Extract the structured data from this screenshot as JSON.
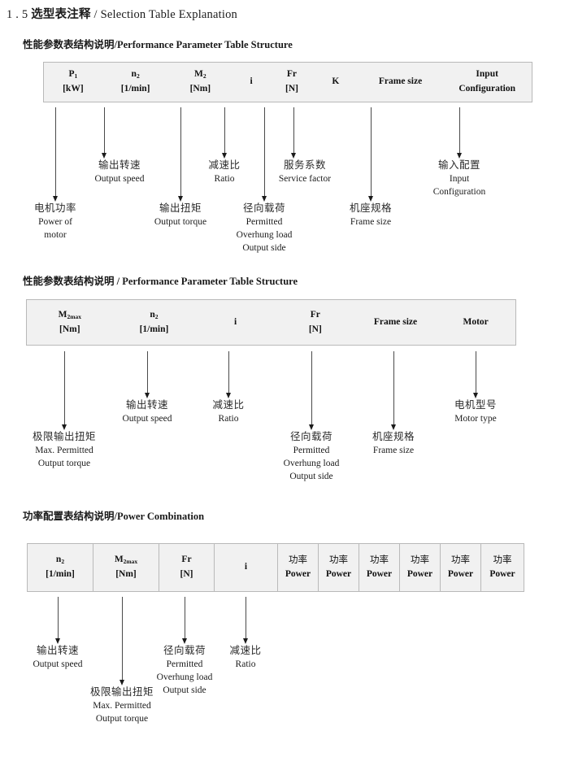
{
  "page": {
    "title_number": "1 . 5",
    "title_cn": "选型表注释",
    "title_sep": "/",
    "title_en": "Selection Table Explanation"
  },
  "sections": [
    {
      "heading_cn": "性能参数表结构说明",
      "heading_sep": "/",
      "heading_en": "Performance Parameter Table Structure",
      "table": {
        "columns": [
          {
            "sym": "P",
            "sub": "1",
            "unit": "[kW]"
          },
          {
            "sym": "n",
            "sub": "2",
            "unit": "[1/min]"
          },
          {
            "sym": "M",
            "sub": "2",
            "unit": "[Nm]"
          },
          {
            "sym": "i",
            "sub": "",
            "unit": ""
          },
          {
            "sym": "Fr",
            "sub": "",
            "unit": "[N]"
          },
          {
            "sym": "K",
            "sub": "",
            "unit": ""
          },
          {
            "sym": "Frame size",
            "sub": "",
            "unit": ""
          },
          {
            "sym": "Input",
            "sub": "",
            "unit": "Configuration"
          }
        ]
      },
      "notes": [
        {
          "cn": "电机功率",
          "en": [
            "Power of",
            "motor"
          ]
        },
        {
          "cn": "输出转速",
          "en": [
            "Output speed"
          ]
        },
        {
          "cn": "输出扭矩",
          "en": [
            "Output torque"
          ]
        },
        {
          "cn": "减速比",
          "en": [
            "Ratio"
          ]
        },
        {
          "cn": "径向载荷",
          "en": [
            "Permitted",
            "Overhung load",
            "Output side"
          ]
        },
        {
          "cn": "服务系数",
          "en": [
            "Service factor"
          ]
        },
        {
          "cn": "机座规格",
          "en": [
            "Frame size"
          ]
        },
        {
          "cn": "输入配置",
          "en": [
            "Input",
            "Configuration"
          ]
        }
      ]
    },
    {
      "heading_cn": "性能参数表结构说明",
      "heading_sep": "/",
      "heading_en": "Performance Parameter Table Structure",
      "table": {
        "columns": [
          {
            "sym": "M",
            "sub": "2max",
            "unit": "[Nm]"
          },
          {
            "sym": "n",
            "sub": "2",
            "unit": "[1/min]"
          },
          {
            "sym": "i",
            "sub": "",
            "unit": ""
          },
          {
            "sym": "Fr",
            "sub": "",
            "unit": "[N]"
          },
          {
            "sym": "Frame size",
            "sub": "",
            "unit": ""
          },
          {
            "sym": "Motor",
            "sub": "",
            "unit": ""
          }
        ]
      },
      "notes": [
        {
          "cn": "极限输出扭矩",
          "en": [
            "Max. Permitted",
            "Output  torque"
          ]
        },
        {
          "cn": "输出转速",
          "en": [
            "Output speed"
          ]
        },
        {
          "cn": "减速比",
          "en": [
            "Ratio"
          ]
        },
        {
          "cn": "径向载荷",
          "en": [
            "Permitted",
            "Overhung load",
            "Output side"
          ]
        },
        {
          "cn": "机座规格",
          "en": [
            "Frame size"
          ]
        },
        {
          "cn": "电机型号",
          "en": [
            "Motor type"
          ]
        }
      ]
    },
    {
      "heading_cn": "功率配置表结构说明",
      "heading_sep": "/",
      "heading_en": "Power Combination",
      "table": {
        "columns": [
          {
            "sym": "n",
            "sub": "2",
            "unit": "[1/min]"
          },
          {
            "sym": "M",
            "sub": "2max",
            "unit": "[Nm]"
          },
          {
            "sym": "Fr",
            "sub": "",
            "unit": "[N]"
          },
          {
            "sym": "i",
            "sub": "",
            "unit": ""
          },
          {
            "cn": "功率",
            "unit": "Power"
          },
          {
            "cn": "功率",
            "unit": "Power"
          },
          {
            "cn": "功率",
            "unit": "Power"
          },
          {
            "cn": "功率",
            "unit": "Power"
          },
          {
            "cn": "功率",
            "unit": "Power"
          },
          {
            "cn": "功率",
            "unit": "Power"
          }
        ]
      },
      "notes": [
        {
          "cn": "输出转速",
          "en": [
            "Output speed"
          ]
        },
        {
          "cn": "极限输出扭矩",
          "en": [
            "Max. Permitted",
            "Output  torque"
          ]
        },
        {
          "cn": "径向载荷",
          "en": [
            "Permitted",
            "Overhung load",
            "Output side"
          ]
        },
        {
          "cn": "减速比",
          "en": [
            "Ratio"
          ]
        }
      ]
    }
  ]
}
